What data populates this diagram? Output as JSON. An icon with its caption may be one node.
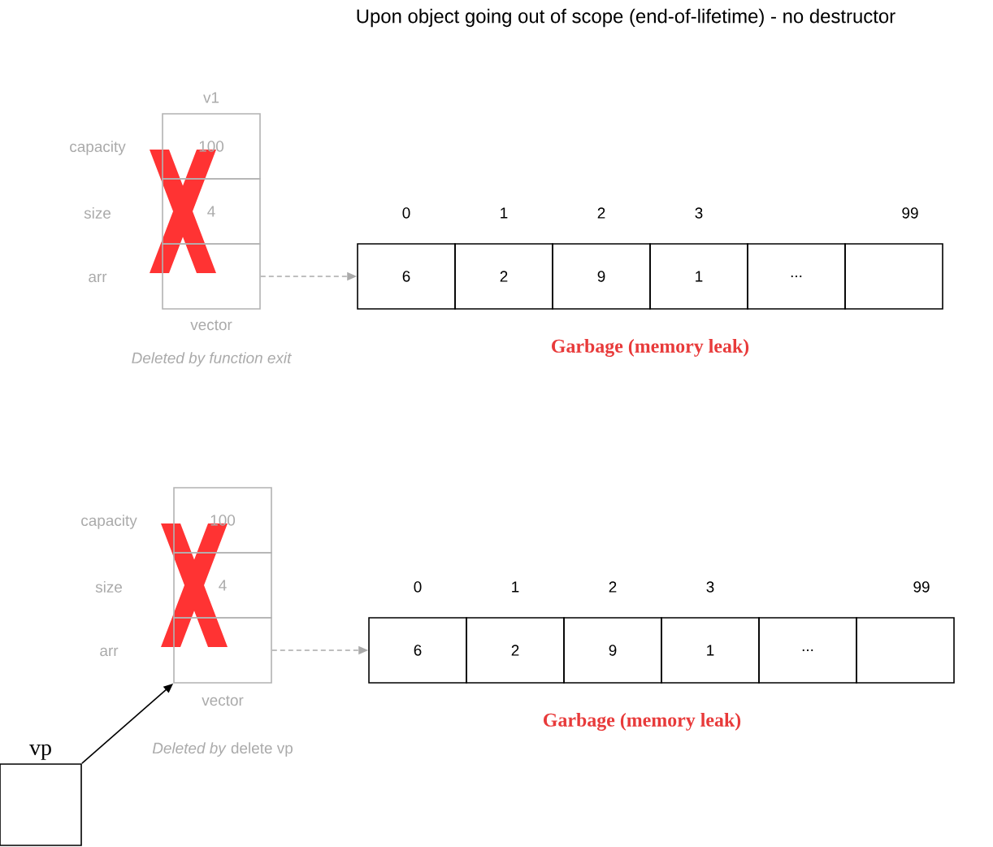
{
  "diagram": {
    "title": "Upon object going out of scope (end-of-lifetime) - no destructor",
    "nodes": [
      {
        "text": [
          "100"
        ]
      },
      {
        "text": [
          "4"
        ]
      },
      {
        "text": [],
        "shape": "box"
      },
      {
        "text": [
          "6"
        ]
      },
      {
        "text": [
          "2"
        ]
      },
      {
        "text": [
          "9"
        ]
      },
      {
        "text": [
          "1"
        ]
      },
      {
        "text": [
          "..."
        ]
      },
      {
        "text": [],
        "shape": "box"
      },
      {
        "text": [
          "100"
        ]
      },
      {
        "text": [
          "4"
        ]
      },
      {
        "text": [],
        "shape": "box"
      },
      {
        "text": [
          "6"
        ]
      },
      {
        "text": [
          "2"
        ]
      },
      {
        "text": [
          "9"
        ]
      },
      {
        "text": [
          "1"
        ]
      },
      {
        "text": [
          "..."
        ]
      },
      {
        "text": [],
        "shape": "box"
      },
      {
        "text": [
          "vp"
        ]
      }
    ],
    "edges": [
      {
        "from": 2,
        "to": 3,
        "arrow": "to",
        "style": "dashed",
        "color": "#aaaaaa"
      },
      {
        "from": 11,
        "to": 12,
        "arrow": "to",
        "style": "dashed",
        "color": "#aaaaaa"
      },
      {
        "from": 18,
        "to": 11,
        "arrow": "to",
        "color": "#000000"
      }
    ],
    "labels": [
      "v1",
      "capacity",
      "size",
      "arr",
      "vector",
      "Deleted by function exit",
      "0",
      "1",
      "2",
      "3",
      "99",
      "Garbage (memory leak)",
      "capacity",
      "size",
      "arr",
      "0",
      "1",
      "2",
      "3",
      "99",
      "vector",
      "*Deleted by* delete vp",
      "Garbage (memory leak)"
    ]
  }
}
